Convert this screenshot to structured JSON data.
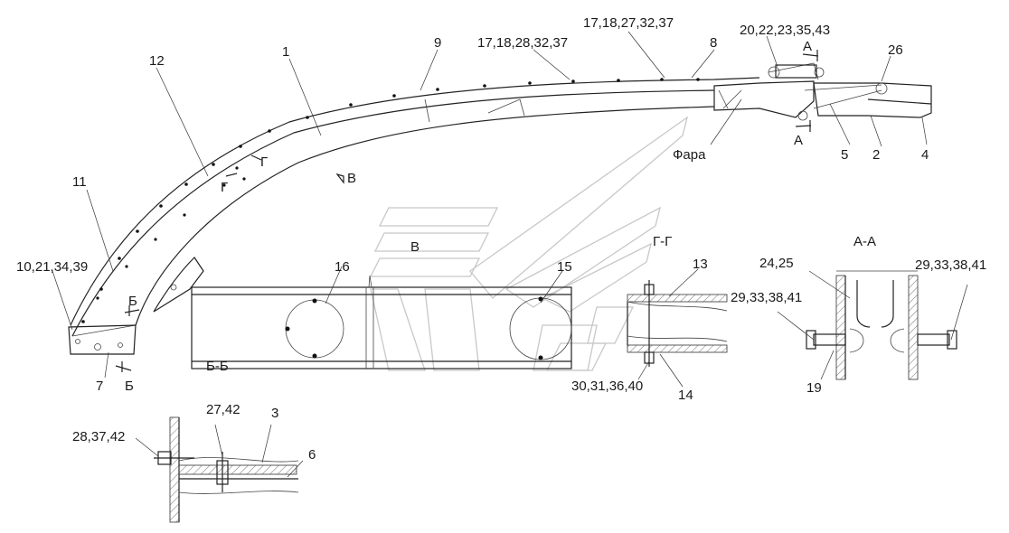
{
  "labels": {
    "l1": "1",
    "l2": "2",
    "l3": "3",
    "l4": "4",
    "l5": "5",
    "l6": "6",
    "l7": "7",
    "l8": "8",
    "l9": "9",
    "l11": "11",
    "l12": "12",
    "l13": "13",
    "l14": "14",
    "l15": "15",
    "l16": "16",
    "l19": "19",
    "l26": "26",
    "l_top1": "17,18,27,32,37",
    "l_top2": "17,18,28,32,37",
    "l_top3": "20,22,23,35,43",
    "l_left": "10,21,34,39",
    "l_bb1": "27,42",
    "l_bb2": "28,37,42",
    "l_gg": "30,31,36,40",
    "l_aa1": "24,25",
    "l_aa2": "29,33,38,41",
    "l_aa3": "29,33,38,41",
    "fara": "Фара",
    "v_mark": "В",
    "v_view": "В",
    "g_mark1": "Г",
    "g_mark2": "Г",
    "a_mark1": "А",
    "a_mark2": "А",
    "b_mark1": "Б",
    "b_mark2": "Б"
  },
  "sections": {
    "aa": "А-А",
    "bb": "Б-Б",
    "gg": "Г-Г"
  }
}
